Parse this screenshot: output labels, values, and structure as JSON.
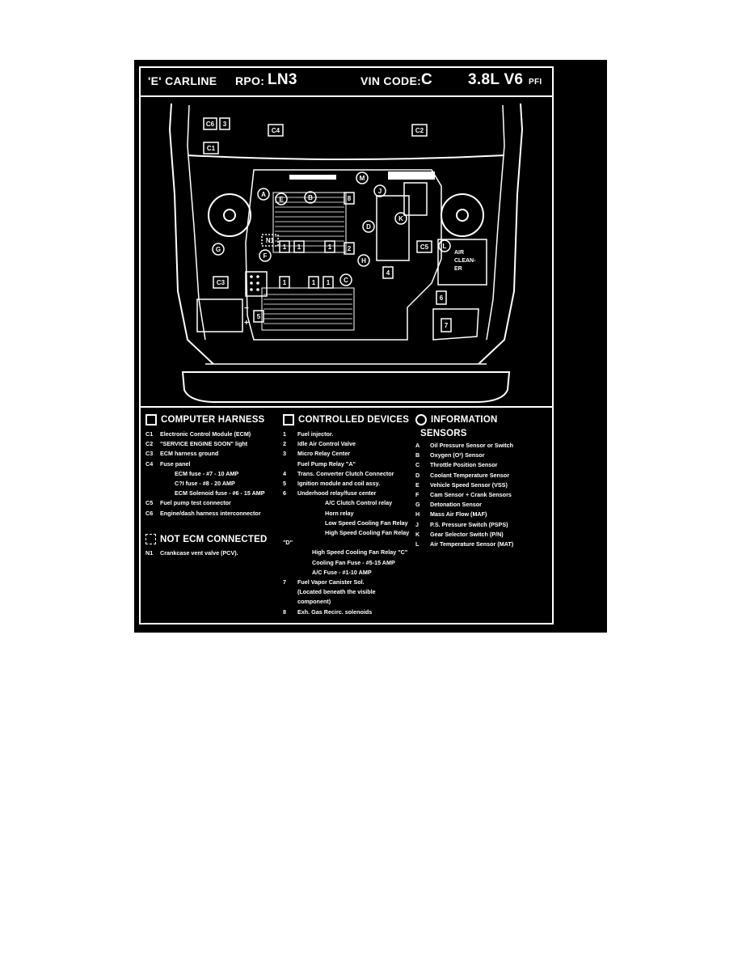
{
  "header": {
    "carline": "'E' CARLINE",
    "rpo_label": "RPO:",
    "rpo_value": "LN3",
    "vin_label": "VIN CODE:",
    "vin_value": "C",
    "engine": "3.8L V6",
    "engine_suffix": "PFI"
  },
  "diagram_labels": {
    "c1": "C1",
    "c2": "C2",
    "c3": "C3",
    "c4": "C4",
    "c5": "C5",
    "c6": "C6",
    "n1": "N1",
    "d1": "1",
    "d2": "2",
    "d3": "3",
    "d4": "4",
    "d5": "5",
    "d6": "6",
    "d7": "7",
    "d8": "8",
    "a": "A",
    "b": "B",
    "c": "C",
    "d": "D",
    "e": "E",
    "f": "F",
    "g": "G",
    "h": "H",
    "j": "J",
    "k": "K",
    "l": "L",
    "m": "M",
    "air_cleaner_1": "AIR",
    "air_cleaner_2": "CLEAN-",
    "air_cleaner_3": "ER",
    "battery_neg": "−",
    "battery_pos": "+"
  },
  "legend": {
    "computer_harness": {
      "title": "COMPUTER HARNESS",
      "items": [
        {
          "key": "C1",
          "text": "Electronic Control Module (ECM)"
        },
        {
          "key": "C2",
          "text": "\"SERVICE ENGINE SOON\" light"
        },
        {
          "key": "C3",
          "text": "ECM harness ground"
        },
        {
          "key": "C4",
          "text": "Fuse panel"
        },
        {
          "key": "",
          "text": "ECM fuse - #7 - 10 AMP"
        },
        {
          "key": "",
          "text": "C?I fuse - #8 - 20 AMP"
        },
        {
          "key": "",
          "text": "ECM Solenoid fuse - #6 - 15 AMP"
        },
        {
          "key": "C5",
          "text": "Fuel pump test connector"
        },
        {
          "key": "C6",
          "text": "Engine/dash harness interconnector"
        }
      ]
    },
    "not_ecm": {
      "title": "NOT ECM CONNECTED",
      "items": [
        {
          "key": "N1",
          "text": "Crankcase vent valve (PCV)."
        }
      ]
    },
    "controlled_devices": {
      "title": "CONTROLLED DEVICES",
      "items": [
        {
          "key": "1",
          "text": "Fuel injector."
        },
        {
          "key": "2",
          "text": "Idle Air Control Valve"
        },
        {
          "key": "3",
          "text": "Micro Relay Center"
        },
        {
          "key": "",
          "text": "Fuel Pump Relay \"A\""
        },
        {
          "key": "4",
          "text": "Trans. Converter Clutch Connector"
        },
        {
          "key": "5",
          "text": "Ignition module and coil assy."
        },
        {
          "key": "6",
          "text": "Underhood relay/fuse center"
        },
        {
          "key": "",
          "text": "A/C Clutch Control relay"
        },
        {
          "key": "",
          "text": "Horn relay"
        },
        {
          "key": "",
          "text": "Low Speed Cooling Fan Relay"
        },
        {
          "key": "",
          "text": "High Speed Cooling Fan Relay"
        },
        {
          "key": "\"D\"",
          "text": ""
        },
        {
          "key": "",
          "text": "High Speed Cooling Fan Relay \"C\""
        },
        {
          "key": "",
          "text": "Cooling Fan Fuse - #5-15 AMP"
        },
        {
          "key": "",
          "text": "A/C Fuse - #1-10 AMP"
        },
        {
          "key": "7",
          "text": "Fuel Vapor Canister Sol."
        },
        {
          "key": "",
          "text": "(Located beneath the visible"
        },
        {
          "key": "",
          "text": "component)"
        },
        {
          "key": "8",
          "text": "Exh. Gas Recirc. solenoids"
        }
      ]
    },
    "information_sensors": {
      "title": "INFORMATION",
      "title2": "SENSORS",
      "items": [
        {
          "key": "A",
          "text": "Oil Pressure Sensor or Switch"
        },
        {
          "key": "B",
          "text": "Oxygen (O²) Sensor"
        },
        {
          "key": "C",
          "text": "Throttle Position Sensor"
        },
        {
          "key": "D",
          "text": "Coolant Temperature Sensor"
        },
        {
          "key": "E",
          "text": "Vehicle Speed Sensor (VSS)"
        },
        {
          "key": "F",
          "text": "Cam Sensor + Crank Sensors"
        },
        {
          "key": "G",
          "text": "Detonation Sensor"
        },
        {
          "key": "H",
          "text": "Mass Air Flow (MAF)"
        },
        {
          "key": "J",
          "text": "P.S. Pressure Switch (PSPS)"
        },
        {
          "key": "K",
          "text": "Gear Selector Switch (P/N)"
        },
        {
          "key": "L",
          "text": "Air Temperature Sensor (MAT)"
        }
      ]
    }
  }
}
